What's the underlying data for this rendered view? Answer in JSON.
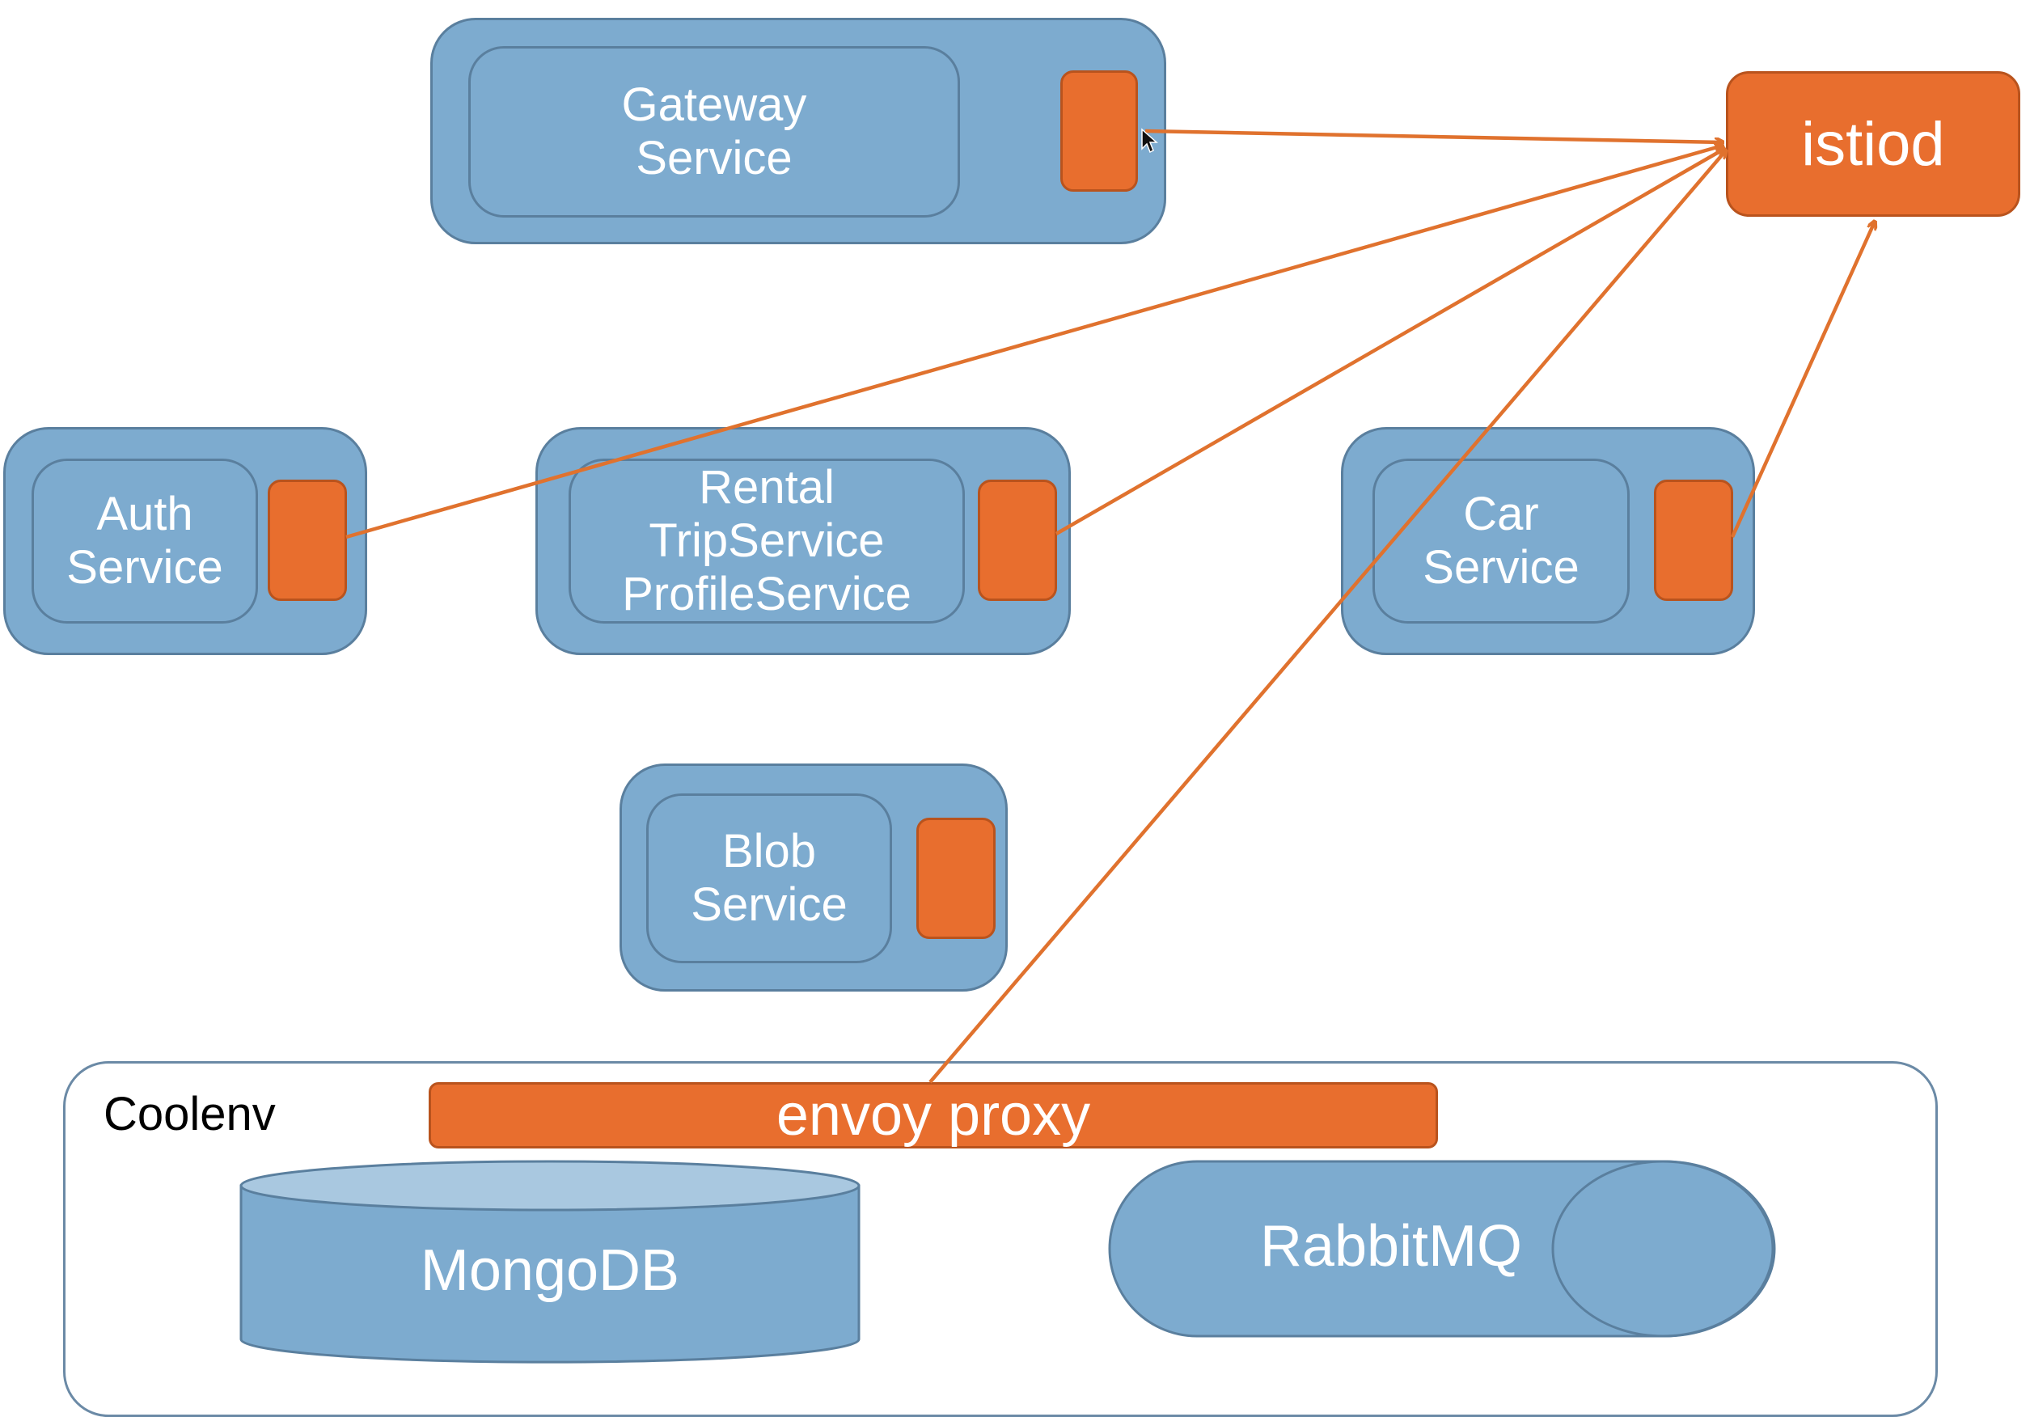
{
  "control_plane": {
    "label": "istiod"
  },
  "services": {
    "gateway": {
      "line1": "Gateway",
      "line2": "Service"
    },
    "auth": {
      "line1": "Auth",
      "line2": "Service"
    },
    "rental": {
      "line1": "Rental",
      "line2": "TripService",
      "line3": "ProfileService"
    },
    "car": {
      "line1": "Car",
      "line2": "Service"
    },
    "blob": {
      "line1": "Blob",
      "line2": "Service"
    }
  },
  "coolenv": {
    "label": "Coolenv",
    "envoy": "envoy proxy",
    "mongodb": "MongoDB",
    "rabbitmq": "RabbitMQ"
  },
  "colors": {
    "service_blue": "#7dabcf",
    "service_border": "#5a7f9e",
    "sidecar_orange": "#e86e2e",
    "arrow_orange": "#e0722e"
  }
}
